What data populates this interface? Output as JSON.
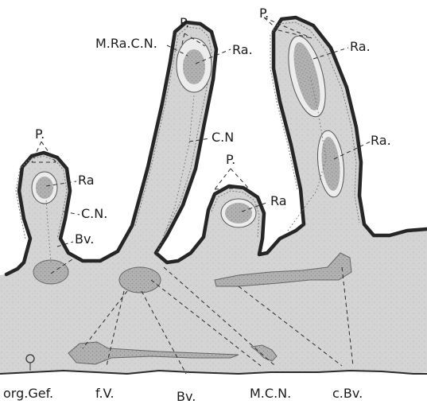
{
  "figure": {
    "labels": {
      "p1": "P.",
      "mracn": "M.Ra.C.N.",
      "ra1": "Ra.",
      "p2": "P.",
      "ra2": "Ra.",
      "ra3": "Ra.",
      "p3": "P.",
      "ra4": "Ra",
      "cn1": "C.N.",
      "bv1": "Bv.",
      "cn2": "C.N",
      "p4": "P.",
      "ra5": "Ra",
      "orggef": "org.Gef.",
      "fv": "f.V.",
      "bv2": "Bv.",
      "mcn": "M.C.N.",
      "cbv": "c.Bv."
    },
    "colors": {
      "tissue": "#d2d2d2",
      "outline": "#262626",
      "vessel": "#b4b4b4",
      "vessel_dark": "#9c9c9c"
    }
  }
}
